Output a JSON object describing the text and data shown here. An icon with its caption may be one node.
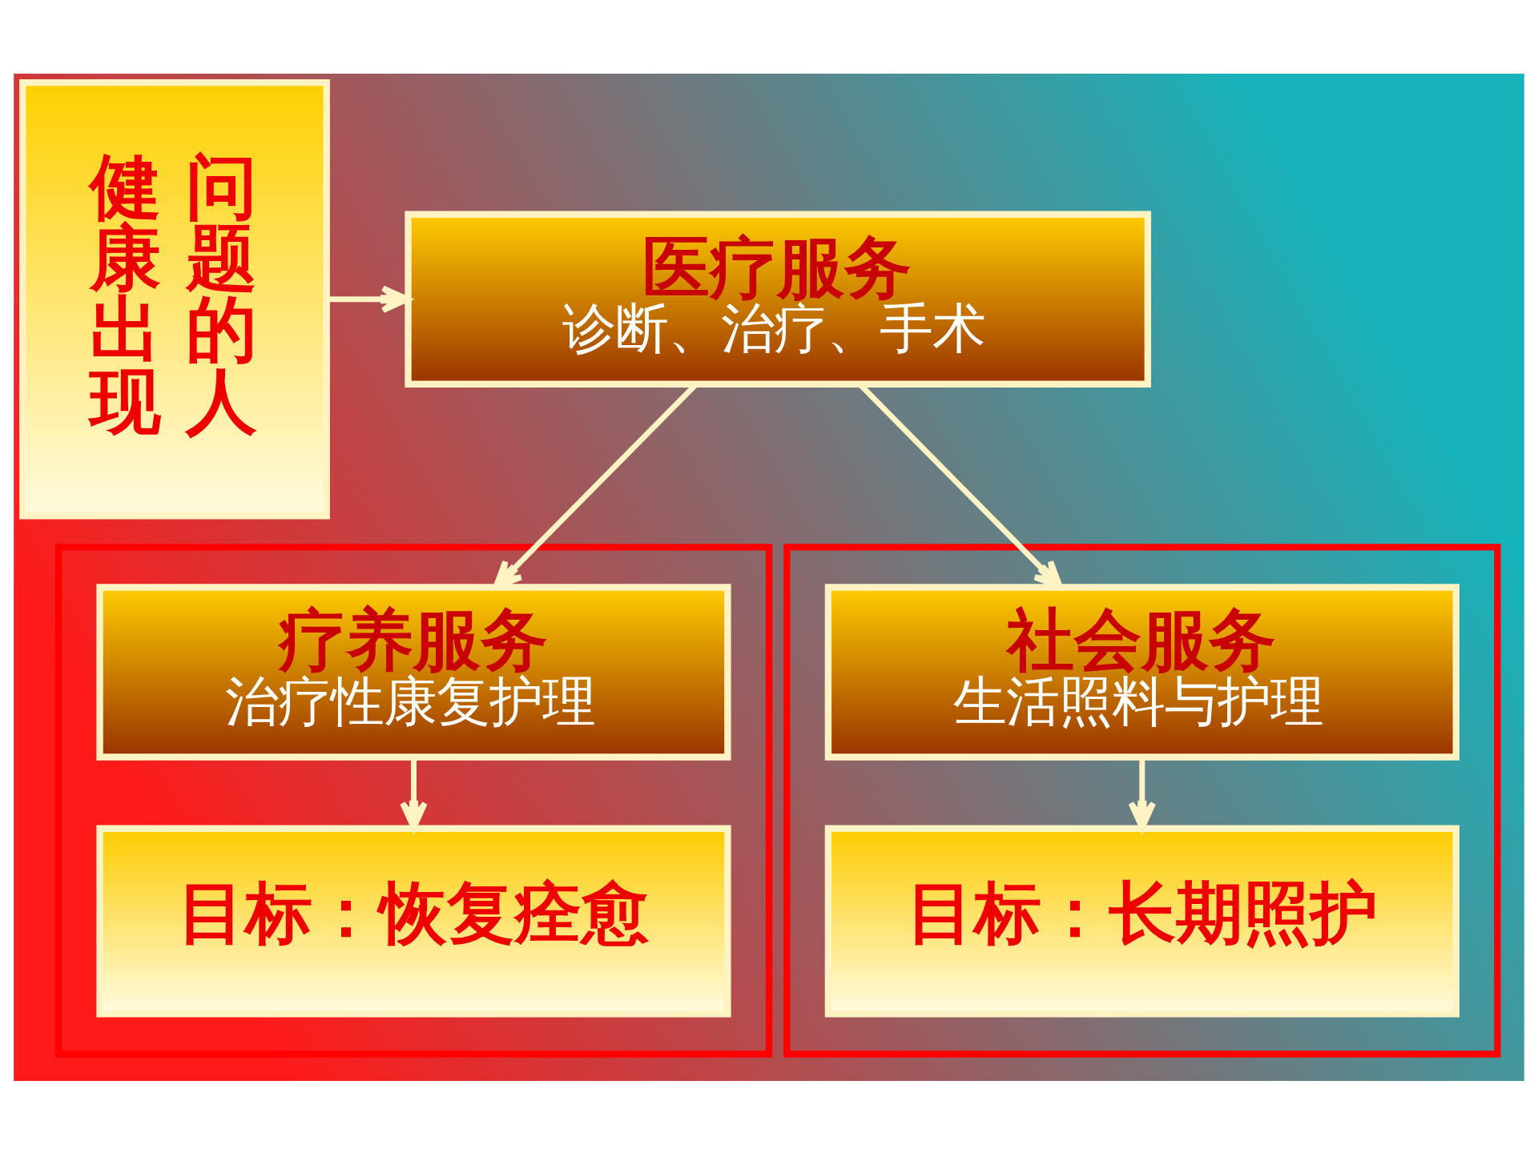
{
  "diagram": {
    "nodes": [
      {
        "text": [
          "健康出现问题的人"
        ]
      },
      {
        "text": [
          "医疗服务",
          "诊断、治疗、手术"
        ]
      },
      {
        "text": [],
        "shape": "box"
      },
      {
        "text": [
          "疗养服务",
          "治疗性康复护理"
        ],
        "in": 2
      },
      {
        "text": [
          "目标：恢复痊愈"
        ],
        "in": 2
      },
      {
        "text": [],
        "shape": "box"
      },
      {
        "text": [
          "社会服务",
          "生活照料与护理"
        ],
        "in": 5
      },
      {
        "text": [
          "目标：长期照护"
        ],
        "in": 5
      }
    ],
    "edges": [
      {
        "from": 0,
        "to": 1,
        "arrow": "to"
      },
      {
        "from": 1,
        "to": 3,
        "arrow": "to"
      },
      {
        "from": 1,
        "to": 6,
        "arrow": "to"
      },
      {
        "from": 3,
        "to": 4,
        "arrow": "to"
      },
      {
        "from": 6,
        "to": 7,
        "arrow": "to"
      }
    ]
  }
}
